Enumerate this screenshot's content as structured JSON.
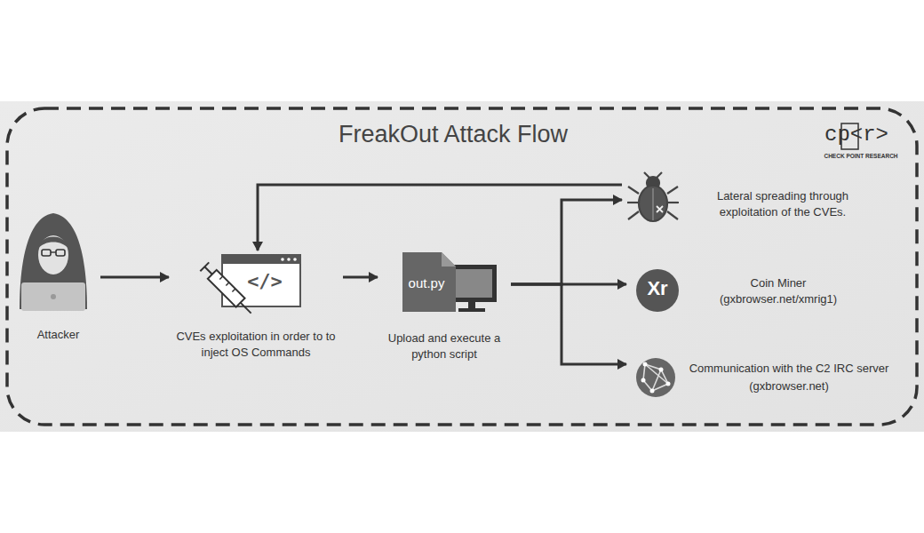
{
  "diagram": {
    "title": "FreakOut Attack Flow",
    "nodes": [
      {
        "text": [
          "Attacker"
        ]
      },
      {
        "text": [
          "CVEs exploitation in order to to inject OS Commands"
        ]
      },
      {
        "text": [
          "out.py",
          "Upload and execute a python script"
        ]
      },
      {
        "text": [
          "Lateral spreading through exploitation of the CVEs."
        ]
      },
      {
        "text": [
          "Coin Miner",
          "(gxbrowser.net/xmrig1)"
        ]
      },
      {
        "text": [
          "Communication with the C2 IRC server",
          "(gxbrowser.net)"
        ]
      }
    ],
    "edges": [
      {
        "from": 0,
        "to": 1,
        "arrow": "to"
      },
      {
        "from": 1,
        "to": 2,
        "arrow": "to"
      },
      {
        "from": 2,
        "to": 3,
        "arrow": "to"
      },
      {
        "from": 2,
        "to": 4,
        "arrow": "to"
      },
      {
        "from": 2,
        "to": 5,
        "arrow": "to"
      },
      {
        "from": 3,
        "to": 1,
        "arrow": "to"
      }
    ],
    "labels": [
      "</>",
      "Xr",
      "cp<r>",
      "CHECK POINT RESEARCH"
    ]
  }
}
